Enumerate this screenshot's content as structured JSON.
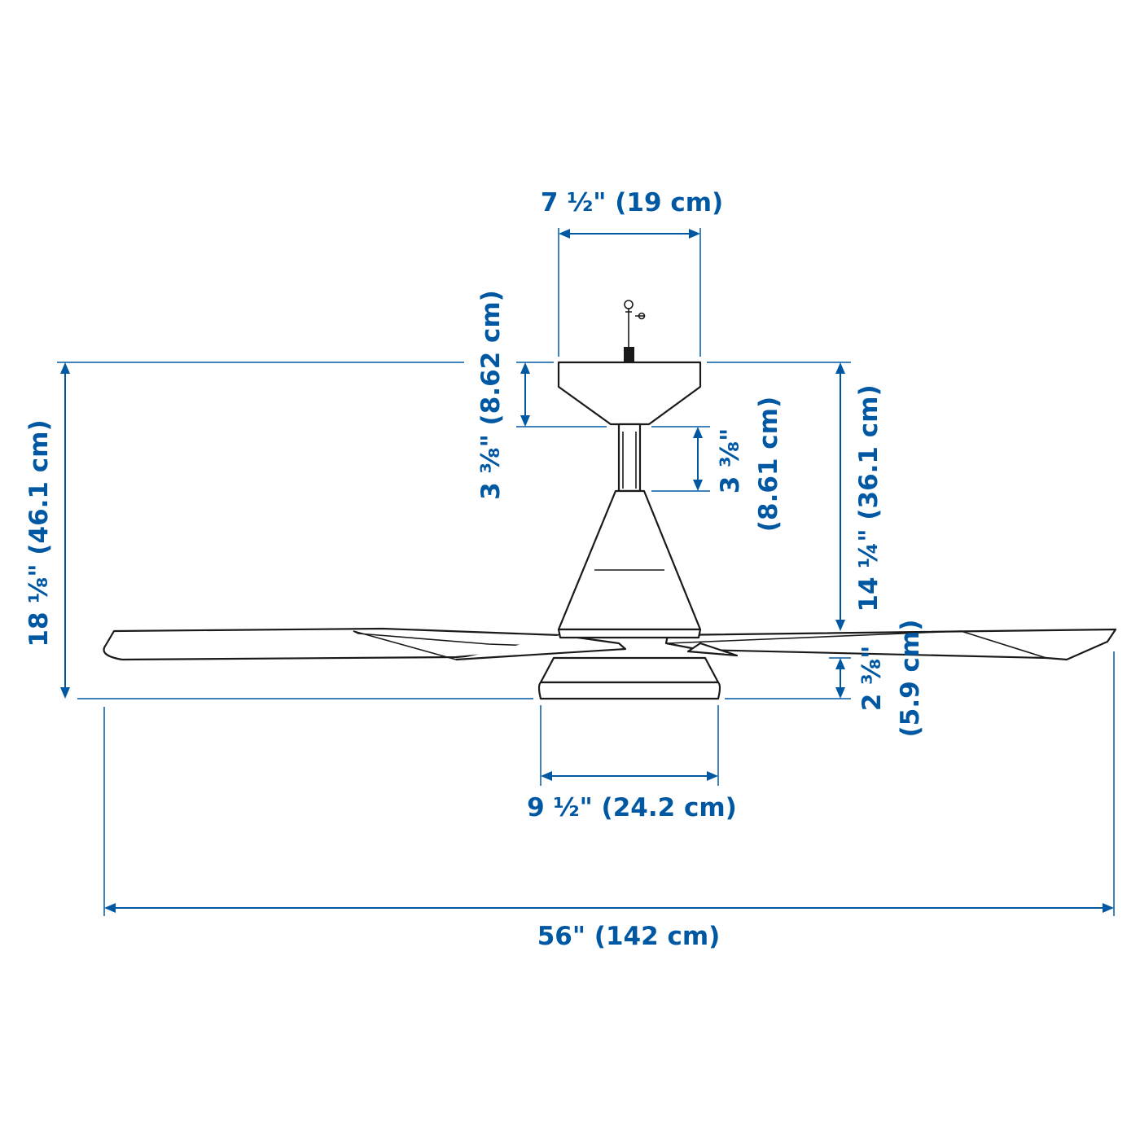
{
  "colors": {
    "dimension": "#0058a3",
    "outline": "#1a1a1a",
    "background": "#ffffff"
  },
  "dimensions": {
    "canopy_width": "7 ½\" (19 cm)",
    "canopy_height": "3 ⅜\" (8.62 cm)",
    "downrod_length_line1": "3 ⅜\"",
    "downrod_length_line2": "(8.61 cm)",
    "total_height": "18 ⅛\" (46.1 cm)",
    "ceiling_to_blade": "14 ¼\" (36.1 cm)",
    "light_height_line1": "2 ⅜\"",
    "light_height_line2": "(5.9 cm)",
    "light_width": "9 ½\" (24.2 cm)",
    "blade_span": "56\" (142 cm)"
  }
}
